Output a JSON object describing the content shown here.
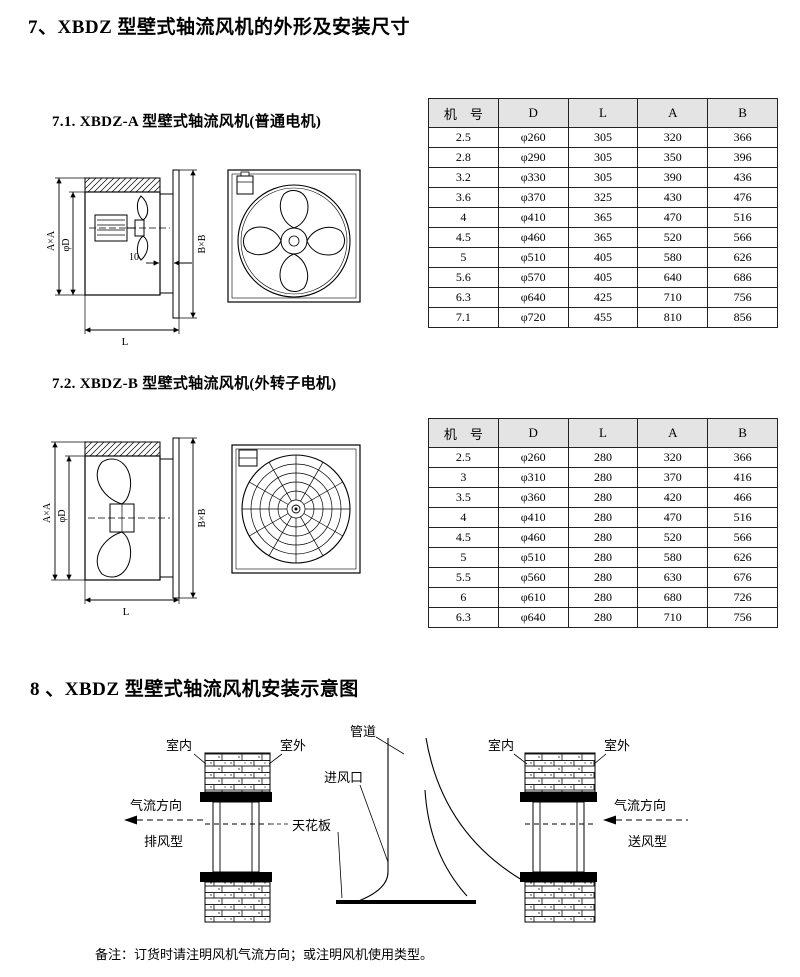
{
  "page": {
    "title": "7、XBDZ 型壁式轴流风机的外形及安装尺寸",
    "note": "备注：订货时请注明风机气流方向；或注明风机使用类型。"
  },
  "dim_labels": {
    "axa": "A×A",
    "phid": "φD",
    "bxb": "B×B",
    "length": "L",
    "gap": "10"
  },
  "section_a": {
    "heading": "7.1. XBDZ-A 型壁式轴流风机(普通电机)",
    "table": {
      "headers": [
        "机　号",
        "D",
        "L",
        "A",
        "B"
      ],
      "rows": [
        [
          "2.5",
          "φ260",
          "305",
          "320",
          "366"
        ],
        [
          "2.8",
          "φ290",
          "305",
          "350",
          "396"
        ],
        [
          "3.2",
          "φ330",
          "305",
          "390",
          "436"
        ],
        [
          "3.6",
          "φ370",
          "325",
          "430",
          "476"
        ],
        [
          "4",
          "φ410",
          "365",
          "470",
          "516"
        ],
        [
          "4.5",
          "φ460",
          "365",
          "520",
          "566"
        ],
        [
          "5",
          "φ510",
          "405",
          "580",
          "626"
        ],
        [
          "5.6",
          "φ570",
          "405",
          "640",
          "686"
        ],
        [
          "6.3",
          "φ640",
          "425",
          "710",
          "756"
        ],
        [
          "7.1",
          "φ720",
          "455",
          "810",
          "856"
        ]
      ]
    }
  },
  "section_b": {
    "heading": "7.2. XBDZ-B 型壁式轴流风机(外转子电机)",
    "table": {
      "headers": [
        "机　号",
        "D",
        "L",
        "A",
        "B"
      ],
      "rows": [
        [
          "2.5",
          "φ260",
          "280",
          "320",
          "366"
        ],
        [
          "3",
          "φ310",
          "280",
          "370",
          "416"
        ],
        [
          "3.5",
          "φ360",
          "280",
          "420",
          "466"
        ],
        [
          "4",
          "φ410",
          "280",
          "470",
          "516"
        ],
        [
          "4.5",
          "φ460",
          "280",
          "520",
          "566"
        ],
        [
          "5",
          "φ510",
          "280",
          "580",
          "626"
        ],
        [
          "5.5",
          "φ560",
          "280",
          "630",
          "676"
        ],
        [
          "6",
          "φ610",
          "280",
          "680",
          "726"
        ],
        [
          "6.3",
          "φ640",
          "280",
          "710",
          "756"
        ]
      ]
    }
  },
  "section_install": {
    "heading": "8 、XBDZ 型壁式轴流风机安装示意图",
    "labels": {
      "duct": "管道",
      "inlet": "进风口",
      "ceiling": "天花板",
      "indoor": "室内",
      "outdoor": "室外",
      "airflow": "气流方向",
      "exhaust_type": "排风型",
      "supply_type": "送风型"
    }
  }
}
